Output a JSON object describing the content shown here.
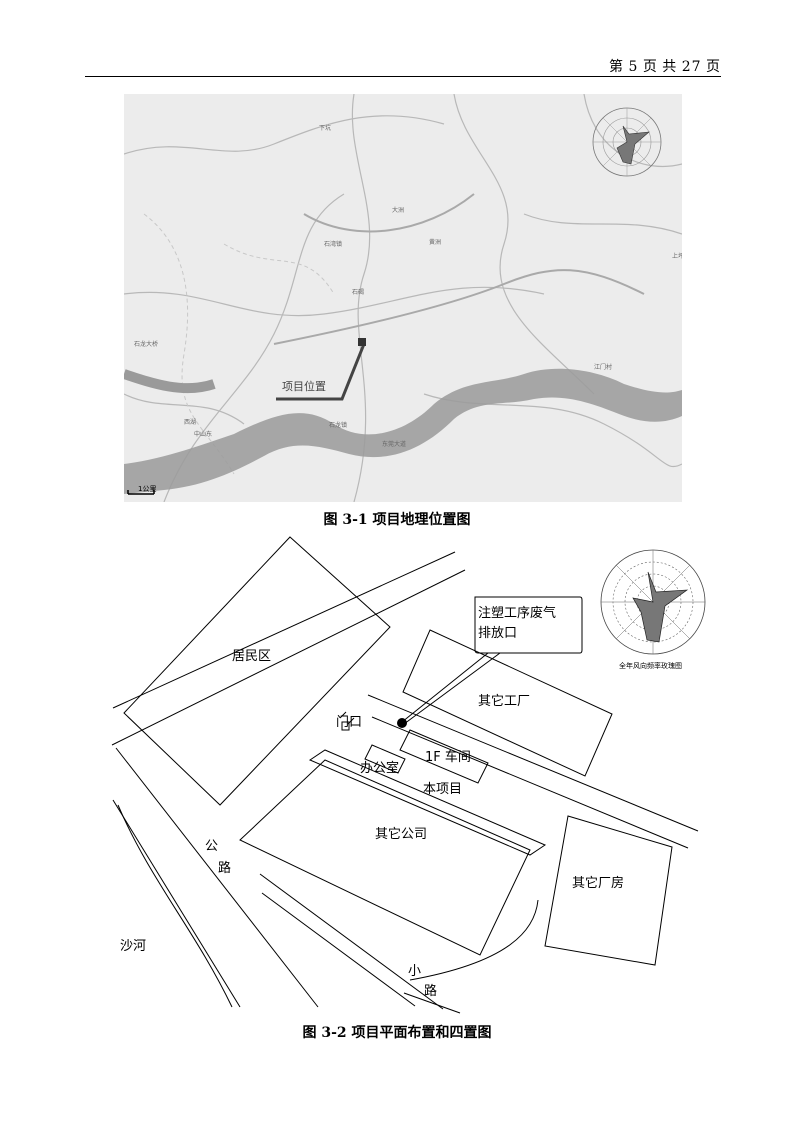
{
  "header": {
    "text_a": "第",
    "page_no": "5",
    "text_b": "页",
    "text_c": "共",
    "total": "27",
    "text_d": "页"
  },
  "figure1": {
    "caption": "图 3-1  项目地理位置图",
    "project_label": "项目位置",
    "scale_label": "1公里",
    "town_labels": [
      "石湾镇",
      "石龙镇",
      "大洲",
      "石碣",
      "下坑",
      "上坪",
      "江门村",
      "黄洲",
      "西湖",
      "东莞大道",
      "石龙大桥",
      "中山东"
    ]
  },
  "figure2": {
    "caption": "图 3-2  项目平面布置和四置图",
    "labels": {
      "residential": "居民区",
      "exhaust_1": "注塑工序废气",
      "exhaust_2": "排放口",
      "other_factory": "其它工厂",
      "gate": "门口",
      "workshop": "1F 车间",
      "office": "办公室",
      "project": "本项目",
      "other_company": "其它公司",
      "other_plant": "其它厂房",
      "road_1": "公",
      "road_2": "路",
      "river": "沙河",
      "lane_1": "小",
      "lane_2": "路",
      "windrose_caption": "全年风向频率玫瑰图"
    }
  }
}
